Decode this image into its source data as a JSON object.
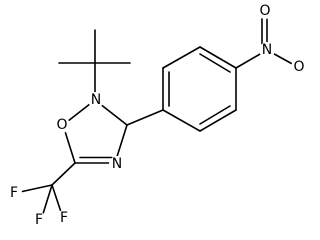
{
  "structure": {
    "atoms": {
      "N2": "N",
      "O1": "O",
      "N4": "N",
      "N_nitro": "N",
      "O_nitro_top": "O",
      "O_nitro_bottom": "O",
      "F_left": "F",
      "F_right": "F",
      "F_bottom": "F"
    }
  }
}
